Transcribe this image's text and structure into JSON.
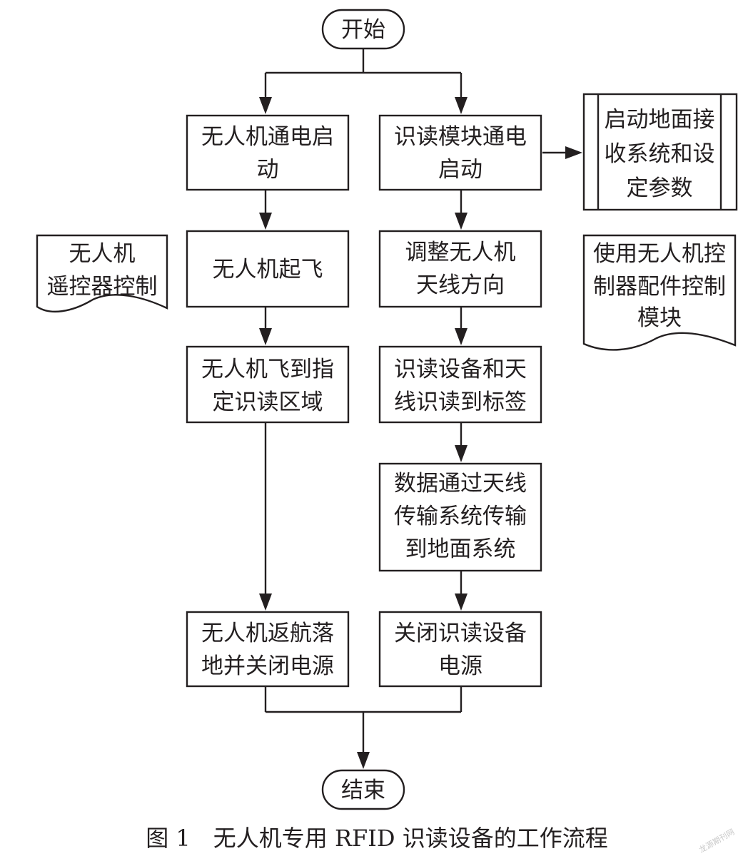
{
  "flowchart": {
    "start": {
      "label": "开始"
    },
    "end": {
      "label": "结束"
    },
    "left_branch": [
      {
        "id": "uav-power-on",
        "lines": [
          "无人机通电启",
          "动"
        ]
      },
      {
        "id": "uav-takeoff",
        "lines": [
          "无人机起飞"
        ]
      },
      {
        "id": "uav-fly-to-area",
        "lines": [
          "无人机飞到指",
          "定识读区域"
        ]
      },
      {
        "id": "uav-return-land",
        "lines": [
          "无人机返航落",
          "地并关闭电源"
        ]
      }
    ],
    "right_branch": [
      {
        "id": "reader-power-on",
        "lines": [
          "识读模块通电",
          "启动"
        ]
      },
      {
        "id": "adjust-antenna",
        "lines": [
          "调整无人机",
          "天线方向"
        ]
      },
      {
        "id": "read-tags",
        "lines": [
          "识读设备和天",
          "线识读到标签"
        ]
      },
      {
        "id": "transmit-data",
        "lines": [
          "数据通过天线",
          "传输系统传输",
          "到地面系统"
        ]
      },
      {
        "id": "reader-power-off",
        "lines": [
          "关闭识读设备",
          "电源"
        ]
      }
    ],
    "side_process": {
      "id": "ground-system",
      "lines": [
        "启动地面接",
        "收系统和设",
        "定参数"
      ]
    },
    "documents": [
      {
        "id": "remote-control-note",
        "lines": [
          "无人机",
          "遥控器控制"
        ]
      },
      {
        "id": "accessory-control-note",
        "lines": [
          "使用无人机控",
          "制器配件控制",
          "模块"
        ]
      }
    ]
  },
  "caption": "图 1　无人机专用 RFID 识读设备的工作流程",
  "watermark": "龙源期刊网"
}
